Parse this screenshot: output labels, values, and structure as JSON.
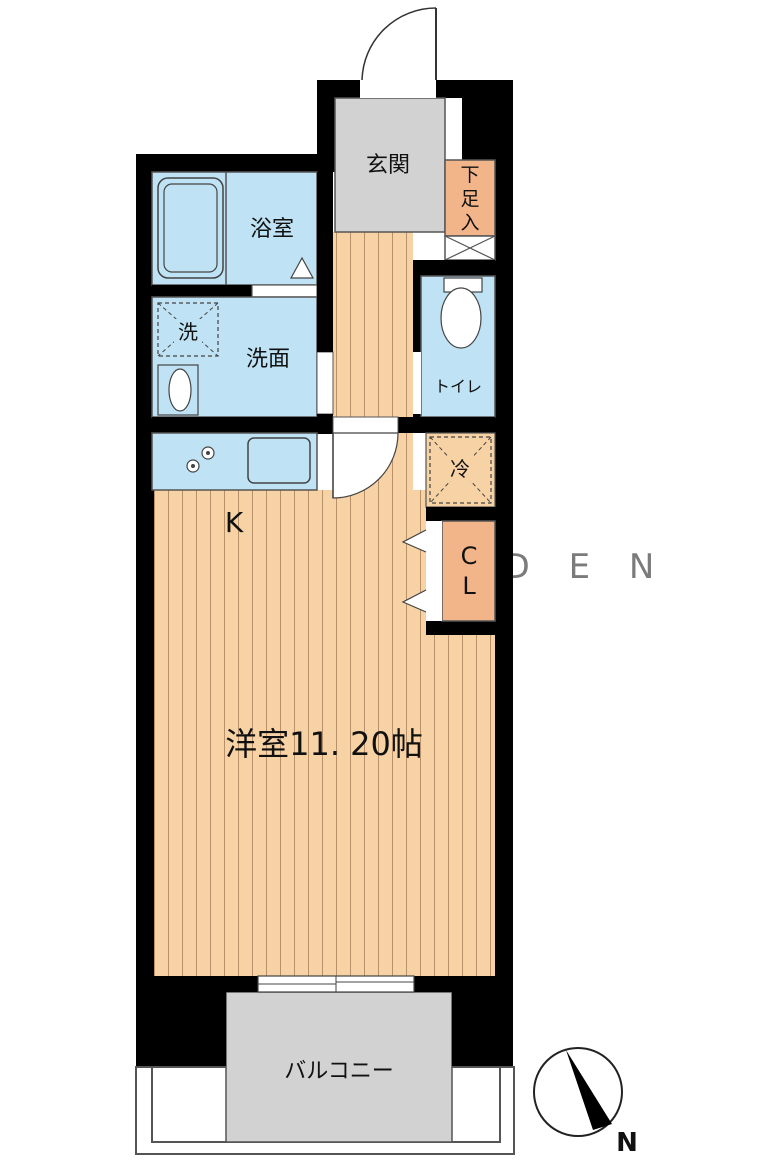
{
  "rooms": {
    "entrance": "玄関",
    "shoe_box": [
      "下",
      "足",
      "入"
    ],
    "bath": "浴室",
    "washroom": "洗面",
    "washer_mark": "洗",
    "toilet": "トイレ",
    "fridge_mark": "冷",
    "kitchen": "K",
    "closet": [
      "C",
      "L"
    ],
    "western_room": "洋室11. 20帖",
    "balcony": "バルコニー"
  },
  "compass": {
    "north_label": "N"
  },
  "watermark": "A T R E S I D E N",
  "colors": {
    "wall": "#000000",
    "floor": "#f7d2a4",
    "floor_line": "#c9a27a",
    "wet_area": "#bfe3f5",
    "entrance": "#d2d2d2",
    "storage": "#f2b489",
    "balcony": "#d2d2d2"
  },
  "icons": [
    "door-swing-icon",
    "bathtub-icon",
    "washer-icon",
    "sink-icon",
    "toilet-icon",
    "stove-icon",
    "fridge-icon",
    "compass-icon"
  ]
}
